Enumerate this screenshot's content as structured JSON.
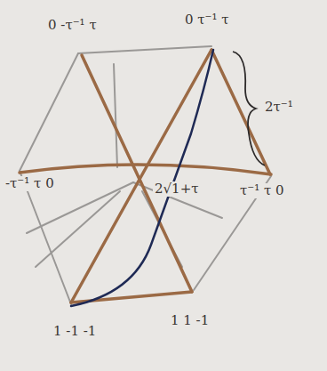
{
  "diagram": {
    "labels": [
      "0 -τ⁻¹ τ",
      "0 τ⁻¹ τ",
      "2τ⁻¹",
      "τ⁻¹ τ 0",
      "2√1+τ",
      "-τ⁻¹ τ 0",
      "1 -1 -1",
      "1 1 -1"
    ]
  }
}
